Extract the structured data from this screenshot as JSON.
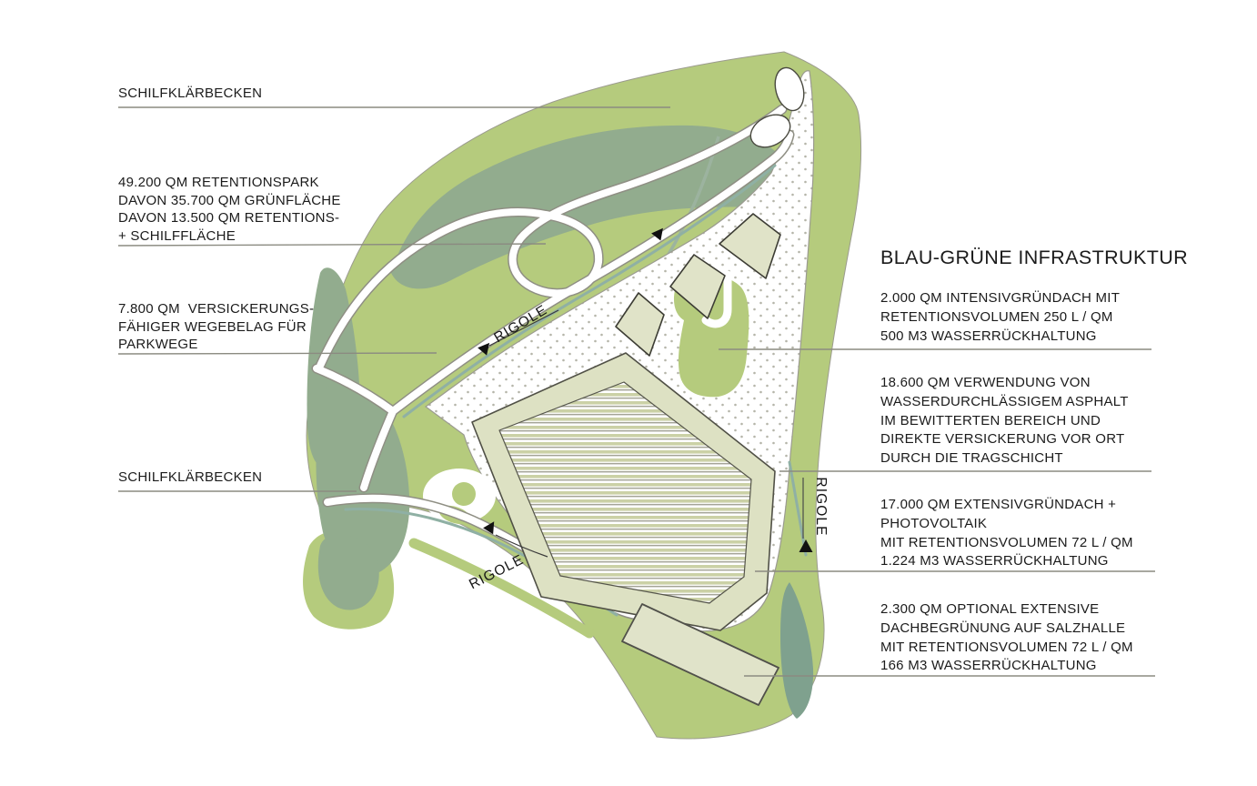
{
  "title": "BLAU-GRÜNE INFRASTRUKTUR",
  "map": {
    "rigole_label": "RIGOLE"
  },
  "annotations": {
    "left": [
      {
        "id": "schilfklaerbecken-top",
        "text": "SCHILFKLÄRBECKEN"
      },
      {
        "id": "retentionspark",
        "text": "49.200 QM RETENTIONSPARK\nDAVON 35.700 QM GRÜNFLÄCHE\nDAVON 13.500 QM RETENTIONS-\n+ SCHILFFLÄCHE"
      },
      {
        "id": "wegebelag",
        "text": "7.800 QM  VERSICKERUNGS-\nFÄHIGER WEGEBELAG FÜR\nPARKWEGE"
      },
      {
        "id": "schilfklaerbecken-bottom",
        "text": "SCHILFKLÄRBECKEN"
      }
    ],
    "right": [
      {
        "id": "intensivgruendach",
        "text": "2.000 QM INTENSIVGRÜNDACH MIT\nRETENTIONSVOLUMEN 250 L / QM\n500 M3 WASSERRÜCKHALTUNG"
      },
      {
        "id": "wasserdurchlaessiger-asphalt",
        "text": "18.600 QM VERWENDUNG VON\nWASSERDURCHLÄSSIGEM ASPHALT\nIM BEWITTERTEN BEREICH UND\nDIREKTE VERSICKERUNG VOR ORT\nDURCH DIE TRAGSCHICHT"
      },
      {
        "id": "extensivgruendach",
        "text": "17.000 QM EXTENSIVGRÜNDACH +\nPHOTOVOLTAIK\nMIT RETENTIONSVOLUMEN 72 L / QM\n1.224 M3 WASSERRÜCKHALTUNG"
      },
      {
        "id": "salzhalle-dach",
        "text": "2.300 QM OPTIONAL EXTENSIVE\nDACHBEGRÜNUNG AUF SALZHALLE\nMIT RETENTIONSVOLUMEN 72 L / QM\n166 M3 WASSERRÜCKHALTUNG"
      }
    ]
  },
  "colors": {
    "park_green": "#b5cb7d",
    "reed_basin_green": "#92ac8e",
    "pond_teal": "#7fa18e",
    "rigole_channel": "#8fb0a4",
    "building_beige": "#e0e3c8",
    "roof_olive": "#dde1c3",
    "asphalt_dot": "#b5b5a9",
    "leader_line": "#8b8b81",
    "text": "#1b1b1b"
  }
}
